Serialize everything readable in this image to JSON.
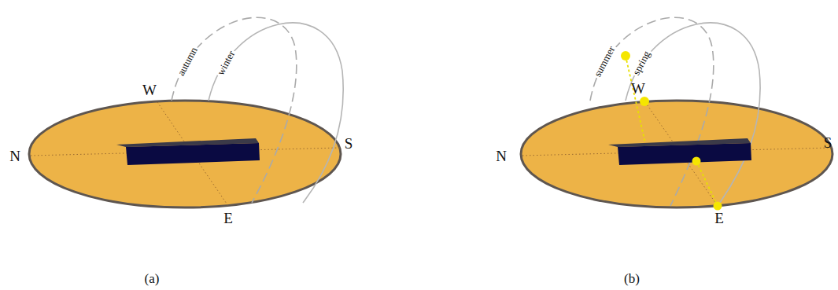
{
  "diagram": {
    "labels": [
      "autumn",
      "winter",
      "W",
      "N",
      "S",
      "E",
      "(a)",
      "summer",
      "spring",
      "W",
      "N",
      "S",
      "E",
      "(b)"
    ]
  }
}
